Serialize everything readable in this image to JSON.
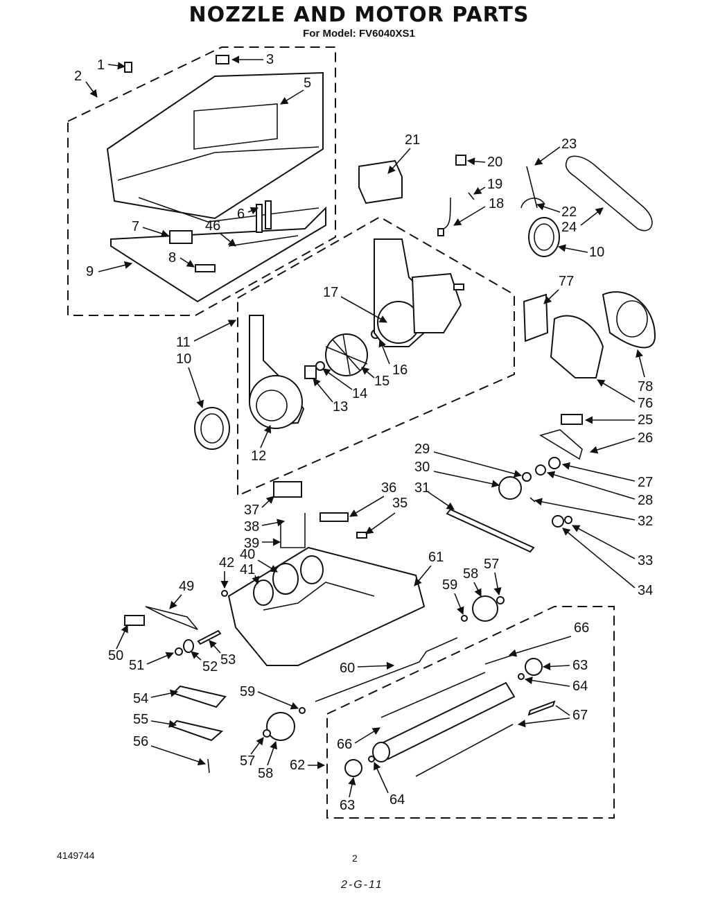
{
  "header": {
    "title": "NOZZLE AND MOTOR PARTS",
    "subtitle": "For Model: FV6040XS1"
  },
  "footer": {
    "doc_number": "4149744",
    "page_number": "2",
    "handwritten_code": "2-G-11"
  },
  "part_callouts": [
    "1",
    "2",
    "3",
    "5",
    "6",
    "7",
    "8",
    "9",
    "46",
    "10",
    "11",
    "12",
    "13",
    "14",
    "15",
    "16",
    "17",
    "18",
    "19",
    "20",
    "21",
    "22",
    "23",
    "24",
    "10",
    "25",
    "26",
    "27",
    "28",
    "29",
    "30",
    "31",
    "32",
    "33",
    "34",
    "35",
    "36",
    "37",
    "38",
    "39",
    "40",
    "41",
    "42",
    "49",
    "50",
    "51",
    "52",
    "53",
    "54",
    "55",
    "56",
    "57",
    "58",
    "59",
    "59",
    "57",
    "58",
    "60",
    "61",
    "62",
    "63",
    "63",
    "64",
    "64",
    "66",
    "66",
    "67",
    "76",
    "77",
    "78"
  ]
}
